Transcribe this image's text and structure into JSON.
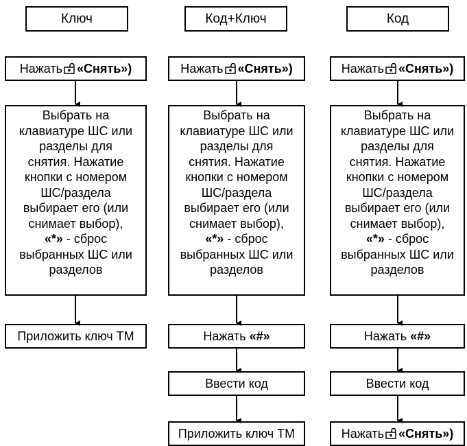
{
  "columns": [
    {
      "header": "Ключ",
      "steps": [
        {
          "kind": "press",
          "prefix": "Нажать",
          "bold": "«Снять»)"
        },
        {
          "kind": "text",
          "lines": [
            "Выбрать на",
            "клавиатуре ШС или",
            "разделы для",
            "снятия. Нажатие",
            "кнопки с номером",
            "ШС/раздела",
            "выбирает его (или",
            "снимает выбор),"
          ],
          "bold_start": "«*»",
          "after_bold": " - сброс",
          "tail": [
            "выбранных ШС или",
            "разделов"
          ]
        },
        {
          "kind": "plain",
          "text": "Приложить ключ ТМ"
        }
      ]
    },
    {
      "header": "Код+Ключ",
      "steps": [
        {
          "kind": "press",
          "prefix": "Нажать",
          "bold": "«Снять»)"
        },
        {
          "kind": "text",
          "lines": [
            "Выбрать на",
            "клавиатуре ШС или",
            "разделы для",
            "снятия. Нажатие",
            "кнопки с номером",
            "ШС/раздела",
            "выбирает его (или",
            "снимает выбор),"
          ],
          "bold_start": "«*»",
          "after_bold": " - сброс",
          "tail": [
            "выбранных ШС или",
            "разделов"
          ]
        },
        {
          "kind": "hash",
          "prefix": "Нажать ",
          "bold": "«#»"
        },
        {
          "kind": "plain",
          "text": "Ввести код"
        },
        {
          "kind": "plain",
          "text": "Приложить ключ ТМ"
        }
      ]
    },
    {
      "header": "Код",
      "steps": [
        {
          "kind": "press",
          "prefix": "Нажать",
          "bold": "«Снять»)"
        },
        {
          "kind": "text",
          "lines": [
            "Выбрать на",
            "клавиатуре ШС или",
            "разделы для",
            "снятия. Нажатие",
            "кнопки с номером",
            "ШС/раздела",
            "выбирает его (или",
            "снимает выбор),"
          ],
          "bold_start": "«*»",
          "after_bold": " - сброс",
          "tail": [
            "выбранных ШС или",
            "разделов"
          ]
        },
        {
          "kind": "hash",
          "prefix": "Нажать ",
          "bold": "«#»"
        },
        {
          "kind": "plain",
          "text": "Ввести код"
        },
        {
          "kind": "press",
          "prefix": "Нажать",
          "bold": "«Снять»)"
        }
      ]
    }
  ]
}
